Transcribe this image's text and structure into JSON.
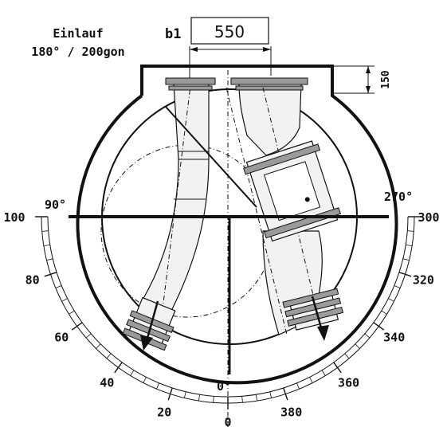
{
  "inlet": {
    "title": "Einlauf",
    "angle_text": "180° / 200gon"
  },
  "dimension": {
    "label": "b1",
    "value": "550",
    "collar_height": "150"
  },
  "degree_labels": {
    "left": "90°",
    "right": "270°",
    "bottom": "0°"
  },
  "gon_scale": {
    "labels": [
      "100",
      "80",
      "60",
      "40",
      "20",
      "0",
      "380",
      "360",
      "340",
      "320",
      "300"
    ]
  },
  "colors": {
    "line": "#111111",
    "flange": "#9a9a9a",
    "background": "#ffffff"
  }
}
